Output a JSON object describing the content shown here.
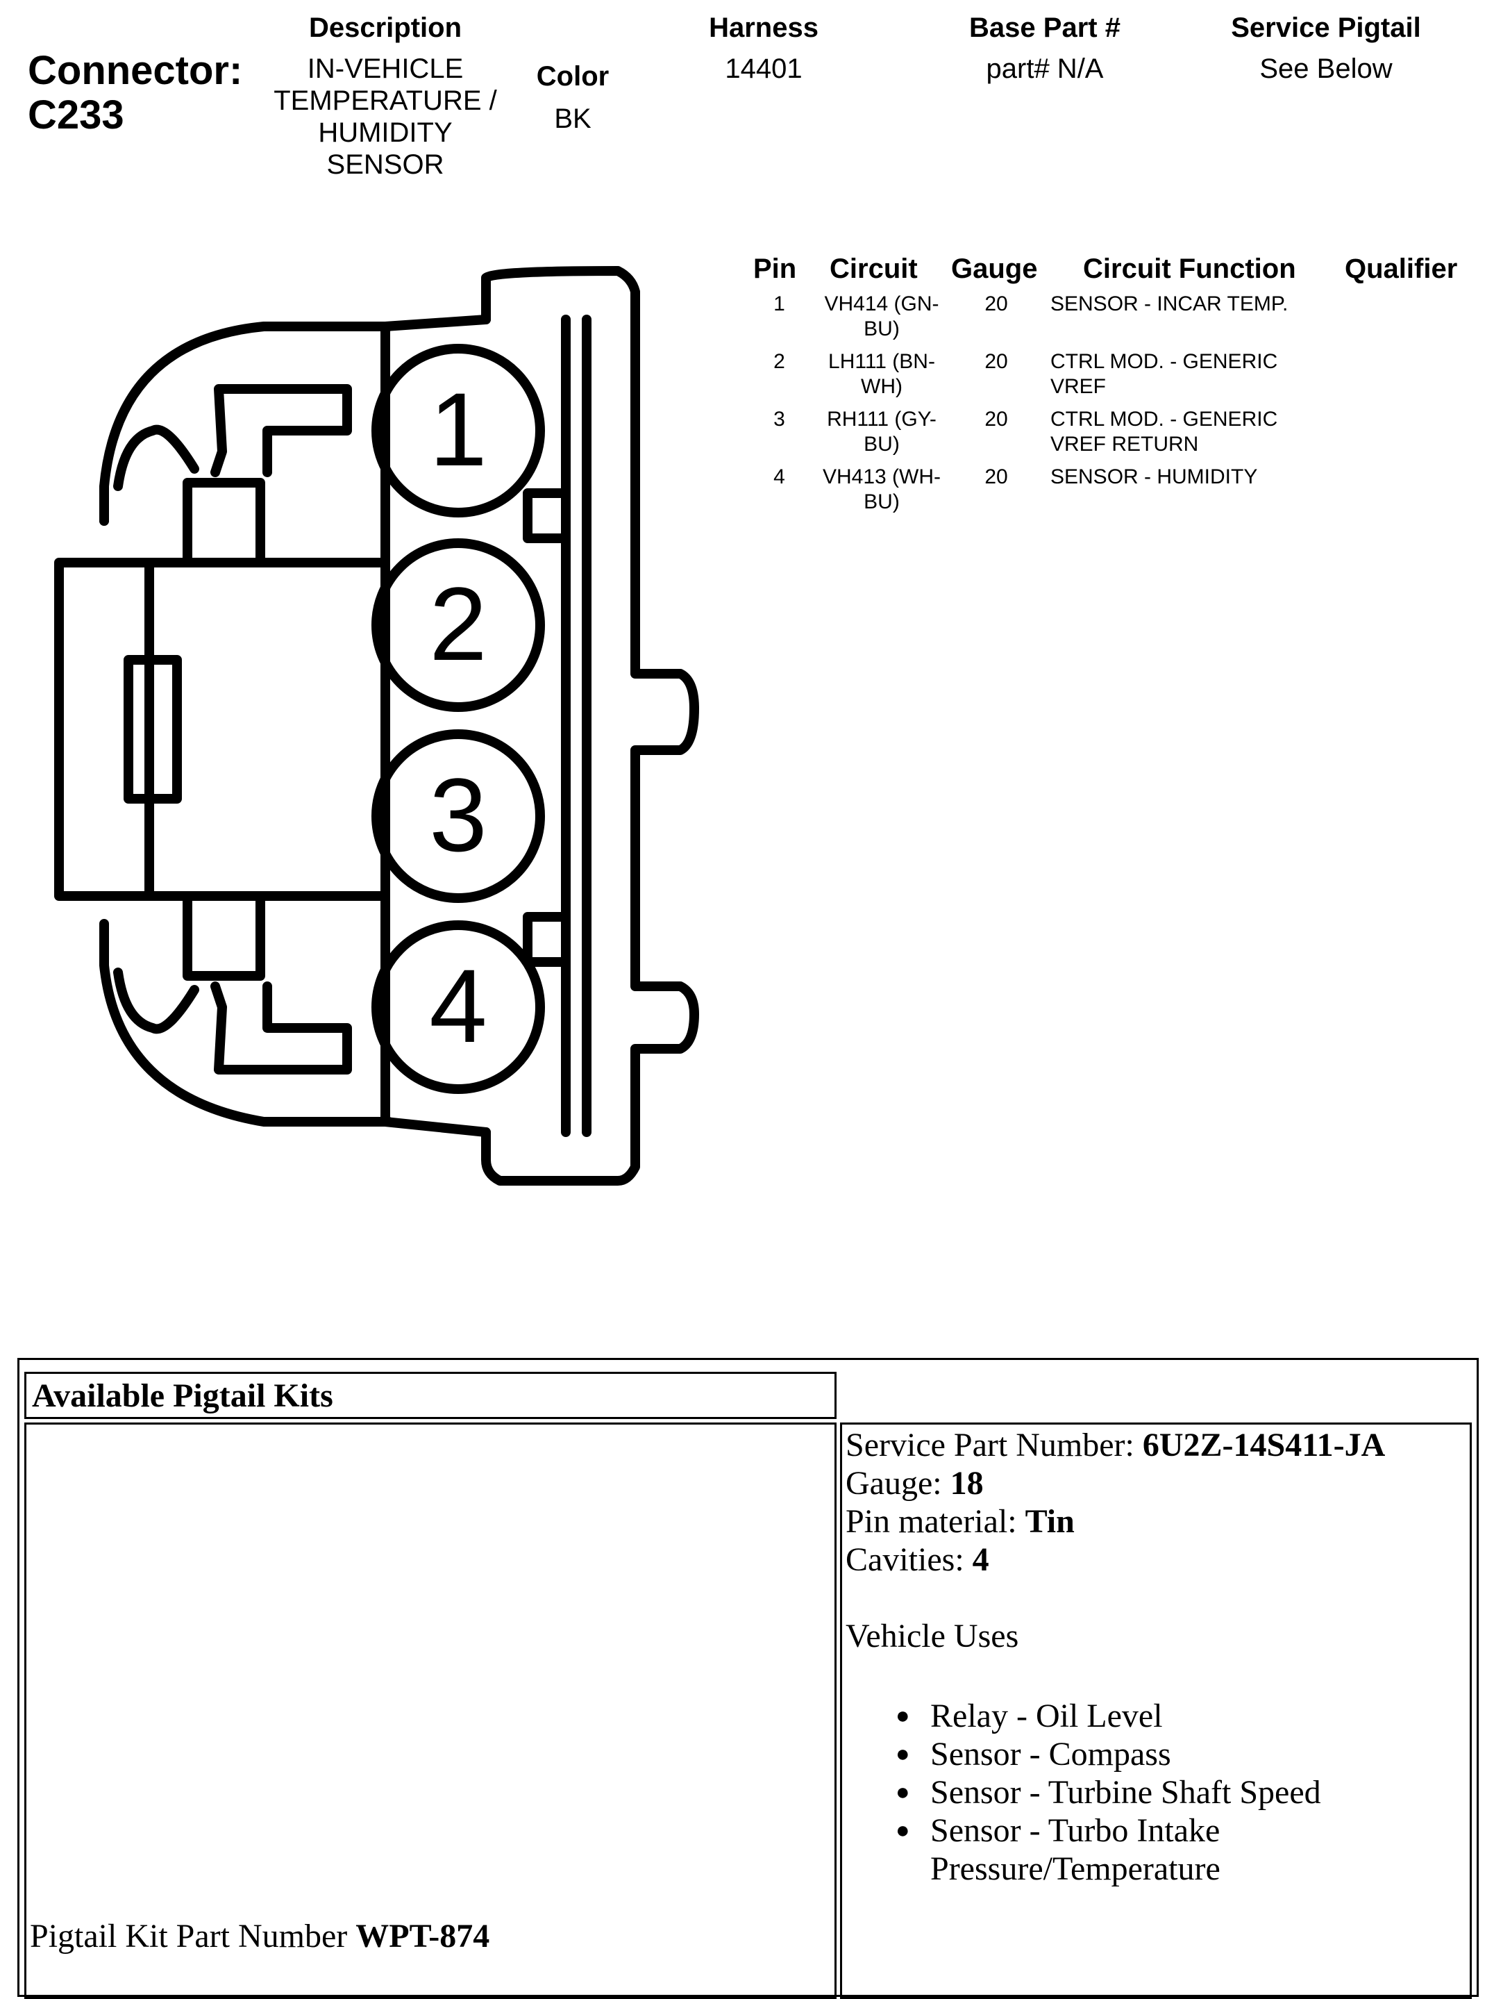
{
  "connector": {
    "label": "Connector:",
    "id": "C233"
  },
  "description": {
    "label": "Description",
    "lines": [
      "IN-VEHICLE",
      "TEMPERATURE /",
      "HUMIDITY",
      "SENSOR"
    ]
  },
  "color": {
    "label": "Color",
    "value": "BK"
  },
  "harness": {
    "label": "Harness",
    "value": "14401"
  },
  "base_part": {
    "label": "Base Part #",
    "value": "part# N/A"
  },
  "service_pigtail": {
    "label": "Service Pigtail",
    "value": "See Below"
  },
  "pin_table": {
    "headers": {
      "pin": "Pin",
      "circuit": "Circuit",
      "gauge": "Gauge",
      "function": "Circuit Function",
      "qualifier": "Qualifier"
    },
    "rows": [
      {
        "pin": "1",
        "circuit_line1": "VH414 (GN-",
        "circuit_line2": "BU)",
        "gauge": "20",
        "function_line1": "SENSOR - INCAR TEMP.",
        "function_line2": ""
      },
      {
        "pin": "2",
        "circuit_line1": "LH111 (BN-",
        "circuit_line2": "WH)",
        "gauge": "20",
        "function_line1": "CTRL MOD. - GENERIC",
        "function_line2": "VREF"
      },
      {
        "pin": "3",
        "circuit_line1": "RH111 (GY-",
        "circuit_line2": "BU)",
        "gauge": "20",
        "function_line1": "CTRL MOD. - GENERIC",
        "function_line2": "VREF RETURN"
      },
      {
        "pin": "4",
        "circuit_line1": "VH413 (WH-",
        "circuit_line2": "BU)",
        "gauge": "20",
        "function_line1": "SENSOR - HUMIDITY",
        "function_line2": ""
      }
    ]
  },
  "diagram": {
    "pin_labels": [
      "1",
      "2",
      "3",
      "4"
    ]
  },
  "pigtail": {
    "title": "Available Pigtail Kits",
    "kit_label": "Pigtail Kit Part Number ",
    "kit_number": "WPT-874",
    "service_part_label": "Service Part Number: ",
    "service_part_value": "6U2Z-14S411-JA",
    "gauge_label": "Gauge: ",
    "gauge_value": "18",
    "pin_material_label": "Pin material: ",
    "pin_material_value": "Tin",
    "cavities_label": "Cavities: ",
    "cavities_value": "4",
    "vehicle_uses_label": "Vehicle Uses",
    "vehicle_uses": [
      "Relay - Oil Level",
      "Sensor - Compass",
      "Sensor - Turbine Shaft Speed",
      "Sensor - Turbo Intake"
    ],
    "vehicle_uses_continuation": "Pressure/Temperature"
  }
}
